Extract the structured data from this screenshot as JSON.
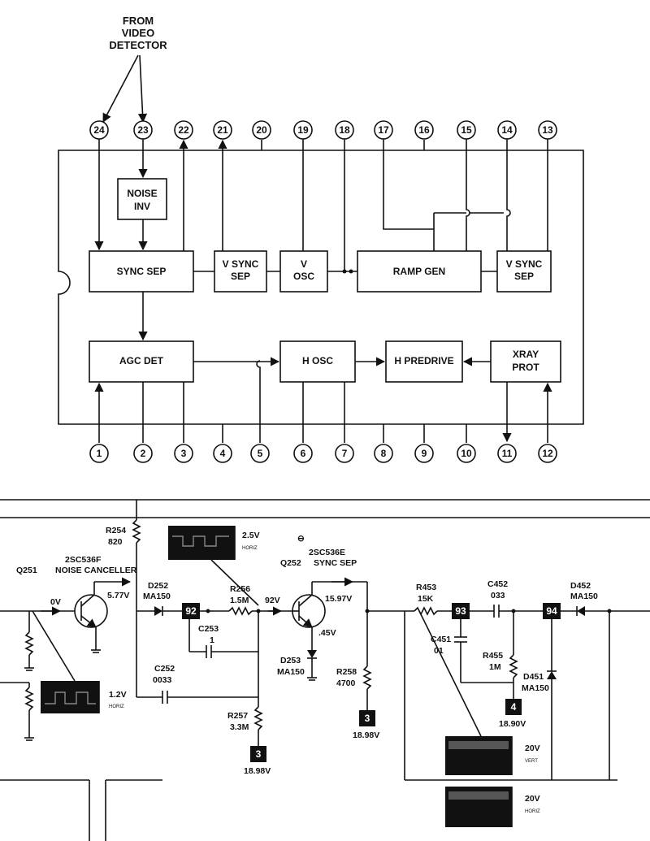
{
  "header": {
    "source_line1": "FROM",
    "source_line2": "VIDEO",
    "source_line3": "DETECTOR"
  },
  "ic": {
    "top_pins": [
      "24",
      "23",
      "22",
      "21",
      "20",
      "19",
      "18",
      "17",
      "16",
      "15",
      "14",
      "13"
    ],
    "bottom_pins": [
      "1",
      "2",
      "3",
      "4",
      "5",
      "6",
      "7",
      "8",
      "9",
      "10",
      "11",
      "12"
    ],
    "blocks": {
      "noise_inv": [
        "NOISE",
        "INV"
      ],
      "sync_sep": "SYNC  SEP",
      "v_sync_sep_1": [
        "V  SYNC",
        "SEP"
      ],
      "v_osc": [
        "V",
        "OSC"
      ],
      "ramp_gen": "RAMP  GEN",
      "v_sync_sep_2": [
        "V  SYNC",
        "SEP"
      ],
      "agc_det": "AGC  DET",
      "h_osc": "H  OSC",
      "h_predrive": "H  PREDRIVE",
      "xray_prot": [
        "XRAY",
        "PROT"
      ]
    }
  },
  "schematic": {
    "r254": {
      "name": "R254",
      "value": "820"
    },
    "q251": {
      "name": "Q251",
      "type": "2SC536F",
      "role": "NOISE CANCELLER"
    },
    "q252": {
      "name": "Q252",
      "type": "2SC536E",
      "role": "SYNC SEP"
    },
    "d252": {
      "name": "D252",
      "value": "MA150"
    },
    "r256": {
      "name": "R256",
      "value": "1.5M"
    },
    "c253": {
      "name": "C253",
      "value": "1"
    },
    "c252": {
      "name": "C252",
      "value": "0033"
    },
    "r257": {
      "name": "R257",
      "value": "3.3M"
    },
    "d253": {
      "name": "D253",
      "value": "MA150"
    },
    "r258": {
      "name": "R258",
      "value": "4700"
    },
    "r453": {
      "name": "R453",
      "value": "15K"
    },
    "c452": {
      "name": "C452",
      "value": "033"
    },
    "c451": {
      "name": "C451",
      "value": "01"
    },
    "r455": {
      "name": "R455",
      "value": "1M"
    },
    "d451": {
      "name": "D451",
      "value": "MA150"
    },
    "d452": {
      "name": "D452",
      "value": "MA150"
    },
    "volts": {
      "q251_base": "0V",
      "q251_emitter": "5.77V",
      "q252_base": "92V",
      "q252_collector": "15.97V",
      "q252_emitter": ".45V",
      "tp3_left": "18.98V",
      "tp3_right": "18.98V",
      "tp4": "18.90V"
    },
    "test_points": {
      "tp92": "92",
      "tp93": "93",
      "tp94": "94",
      "tp3a": "3",
      "tp3b": "3",
      "tp4": "4"
    },
    "scopes": {
      "s1": {
        "amp": "2.5V",
        "mode": "HORIZ"
      },
      "s2": {
        "amp": "1.2V",
        "mode": "HORIZ"
      },
      "s3": {
        "amp": "20V",
        "mode": "VERT"
      },
      "s4": {
        "amp": "20V",
        "mode": "HORIZ"
      }
    },
    "misc_symbol": "⊖"
  }
}
